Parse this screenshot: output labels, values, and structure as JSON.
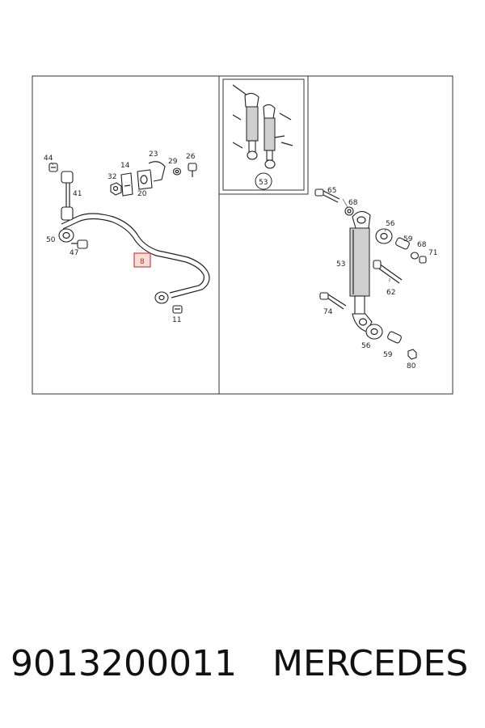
{
  "diagram": {
    "callouts": {
      "c44": "44",
      "c41": "41",
      "c50": "50",
      "c47": "47",
      "c14": "14",
      "c32": "32",
      "c20": "20",
      "c23": "23",
      "c29": "29",
      "c26": "26",
      "c8": "8",
      "c11": "11",
      "c53_inset": "53",
      "c65": "65",
      "c68a": "68",
      "c56a": "56",
      "c59a": "59",
      "c68b": "68",
      "c71": "71",
      "c53": "53",
      "c62": "62",
      "c74": "74",
      "c56b": "56",
      "c59b": "59",
      "c80": "80"
    },
    "highlight_color": "#d0433a"
  },
  "footer": {
    "part_number": "9013200011",
    "brand": "MERCEDES"
  }
}
